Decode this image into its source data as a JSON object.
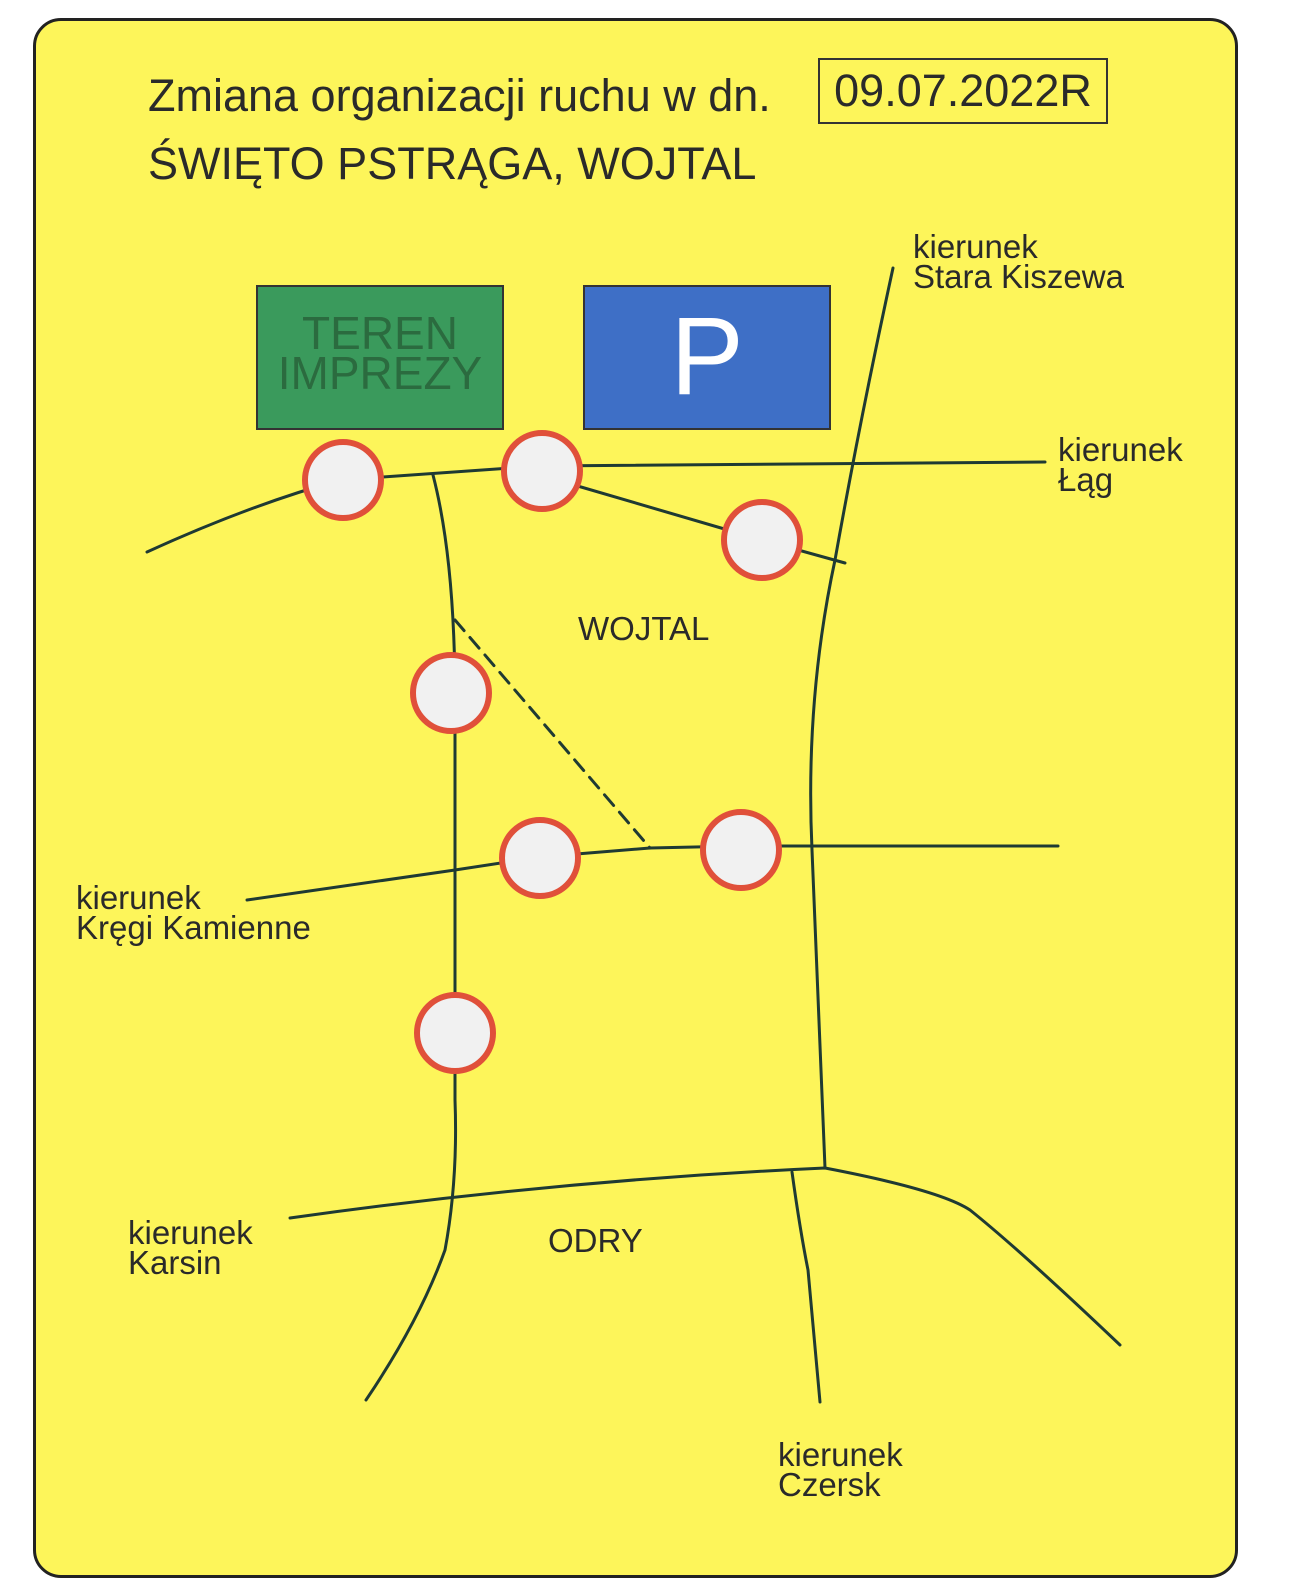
{
  "header": {
    "title_line1": "Zmiana organizacji ruchu w dn.",
    "date": "09.07.2022R",
    "title_line2": "ŚWIĘTO PSTRĄGA, WOJTAL"
  },
  "event_area": {
    "line1": "TEREN",
    "line2": "IMPREZY",
    "color": "#3a9a5c"
  },
  "parking": {
    "label": "P",
    "color": "#3e6fc6"
  },
  "places": {
    "village": "WOJTAL",
    "other": "ODRY"
  },
  "directions": {
    "stara_kiszewa": {
      "line1": "kierunek",
      "line2": "Stara Kiszewa"
    },
    "lag": {
      "line1": "kierunek",
      "line2": "Łąg"
    },
    "kregi": {
      "line1": "kierunek",
      "line2": "Kręgi Kamienne"
    },
    "karsin": {
      "line1": "kierunek",
      "line2": "Karsin"
    },
    "czersk": {
      "line1": "kierunek",
      "line2": "Czersk"
    }
  },
  "signs": {
    "count": 7,
    "type": "no-entry",
    "ring_color": "#e0503a",
    "fill_color": "#f1f1f1"
  },
  "colors": {
    "background": "#fdf55a",
    "roads": "#1f3a33"
  }
}
